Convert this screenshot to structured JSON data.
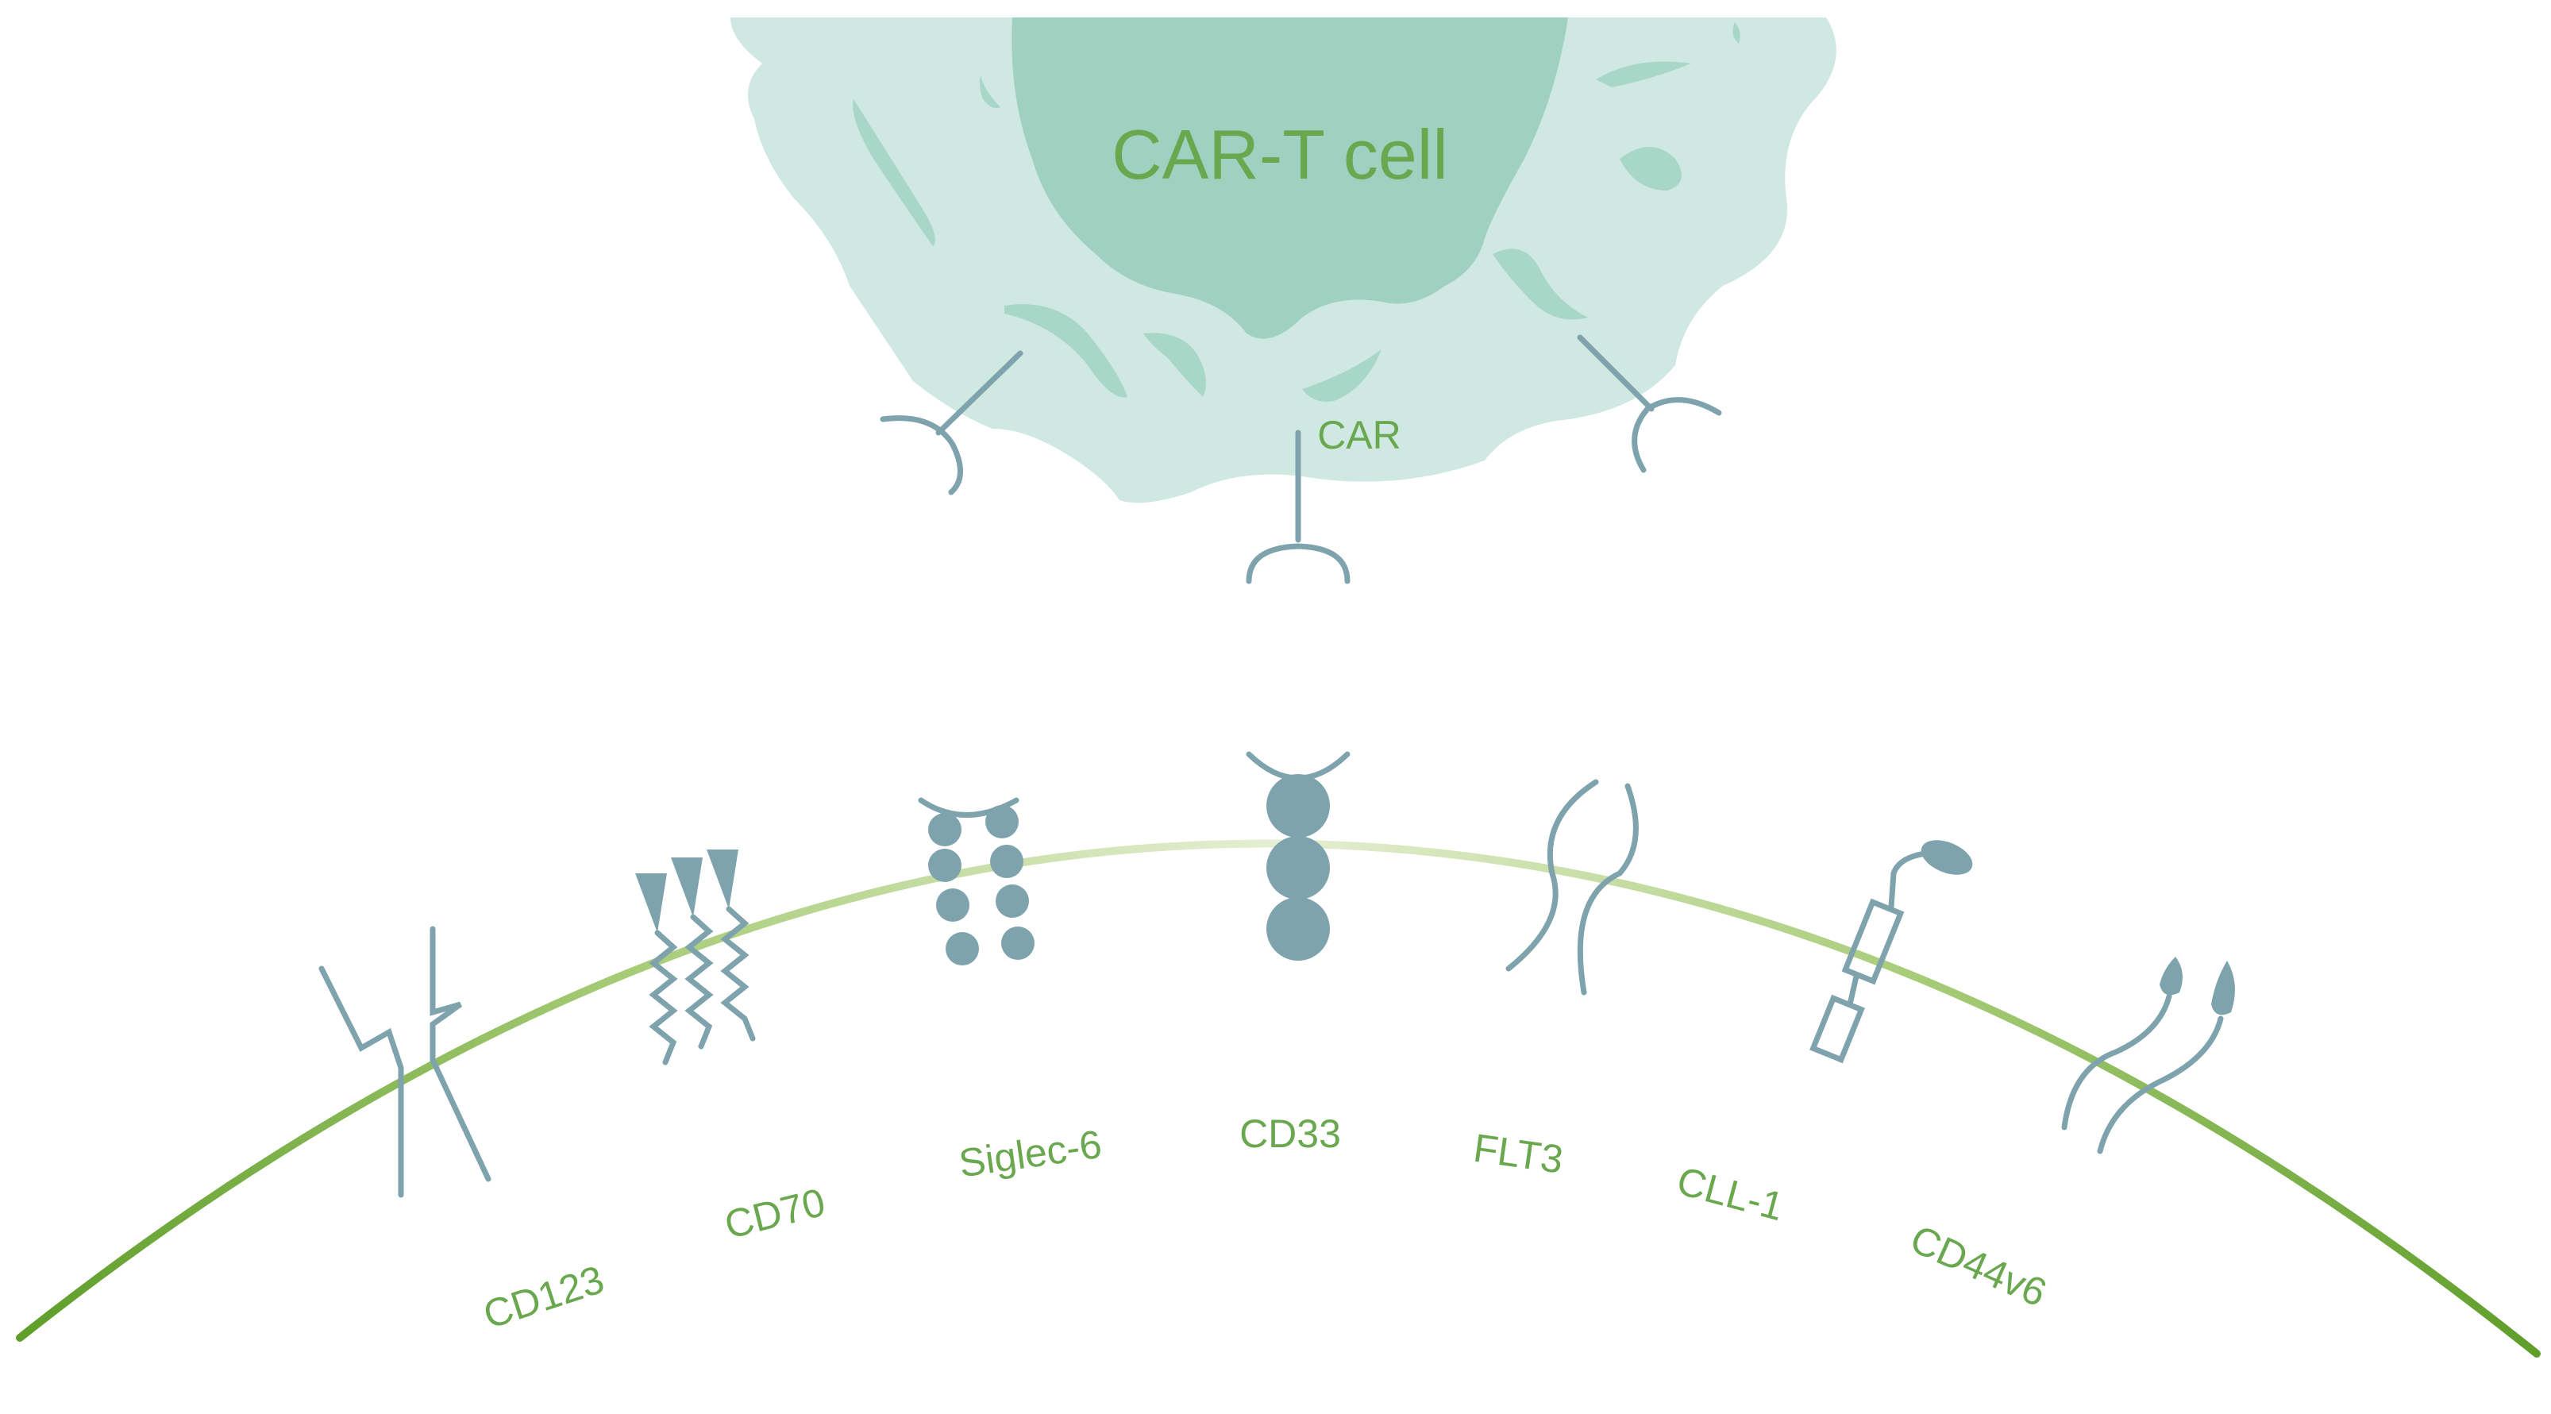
{
  "cell": {
    "title": "CAR-T cell",
    "receptor_label": "CAR"
  },
  "antigens": [
    {
      "id": "cd123",
      "label": "CD123"
    },
    {
      "id": "cd70",
      "label": "CD70"
    },
    {
      "id": "siglec6",
      "label": "Siglec-6"
    },
    {
      "id": "cd33",
      "label": "CD33"
    },
    {
      "id": "flt3",
      "label": "FLT3"
    },
    {
      "id": "cll1",
      "label": "CLL-1"
    },
    {
      "id": "cd44v6",
      "label": "CD44v6"
    }
  ],
  "colors": {
    "cell_outer": "#cfe8e2",
    "cell_nucleus": "#9fd0c0",
    "cell_organelle": "#a8d6c7",
    "label_green": "#6aa84f",
    "receptor": "#7fa3ad",
    "membrane_dark": "#5f9e2a",
    "membrane_light": "#e6efd3"
  }
}
